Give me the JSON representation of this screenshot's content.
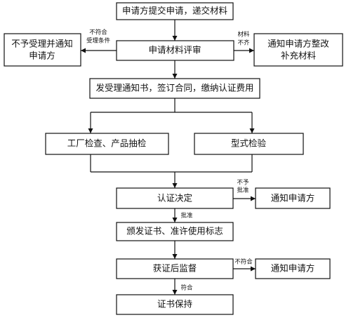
{
  "nodes": {
    "apply": "申请方提交申请，递交材料",
    "not_accept_line1": "不予受理并通知",
    "not_accept_line2": "申请方",
    "review": "申请材料评审",
    "notify_fix_line1": "通知申请方整改",
    "notify_fix_line2": "补充材料",
    "sign": "发受理通知书，签订合同，缴纳认证费用",
    "factory_check": "工厂检查、产品抽检",
    "type_test": "型式检验",
    "decision": "认证决定",
    "notify_decision": "通知申请方",
    "issue_cert": "颁发证书、准许使用标志",
    "supervision": "获证后监督",
    "notify_supervision": "通知申请方",
    "keep_cert": "证书保持"
  },
  "edges": {
    "not_meet_line1": "不符合",
    "not_meet_line2": "受理条件",
    "incomplete_line1": "材料",
    "incomplete_line2": "不齐",
    "reject_line1": "不予",
    "reject_line2": "批准",
    "approve": "批准",
    "nonconform": "不符合",
    "conform": "符合"
  }
}
